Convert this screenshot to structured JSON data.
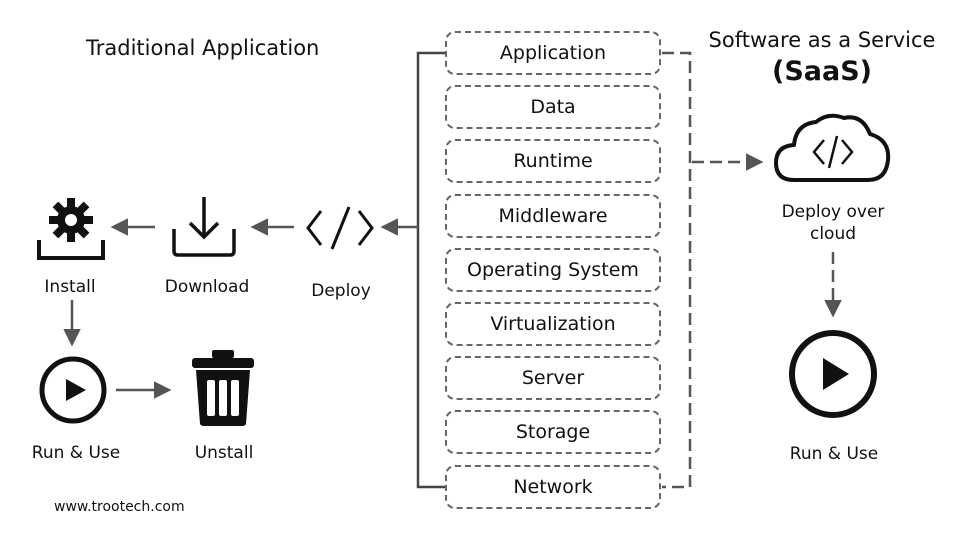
{
  "traditional": {
    "title": "Traditional Application",
    "steps": {
      "deploy": "Deploy",
      "download": "Download",
      "install": "Install",
      "run_use": "Run & Use",
      "uninstall": "Unstall"
    }
  },
  "saas": {
    "title_line1": "Software as a Service",
    "title_line2": "(SaaS)",
    "deploy_cloud": "Deploy over\ncloud",
    "run_use": "Run & Use"
  },
  "stack_layers": [
    "Application",
    "Data",
    "Runtime",
    "Middleware",
    "Operating System",
    "Virtualization",
    "Server",
    "Storage",
    "Network"
  ],
  "footer": "www.trootech.com",
  "icons": [
    "gear-install-icon",
    "download-tray-icon",
    "code-brackets-icon",
    "play-circle-icon",
    "trash-bin-icon",
    "cloud-code-icon"
  ]
}
